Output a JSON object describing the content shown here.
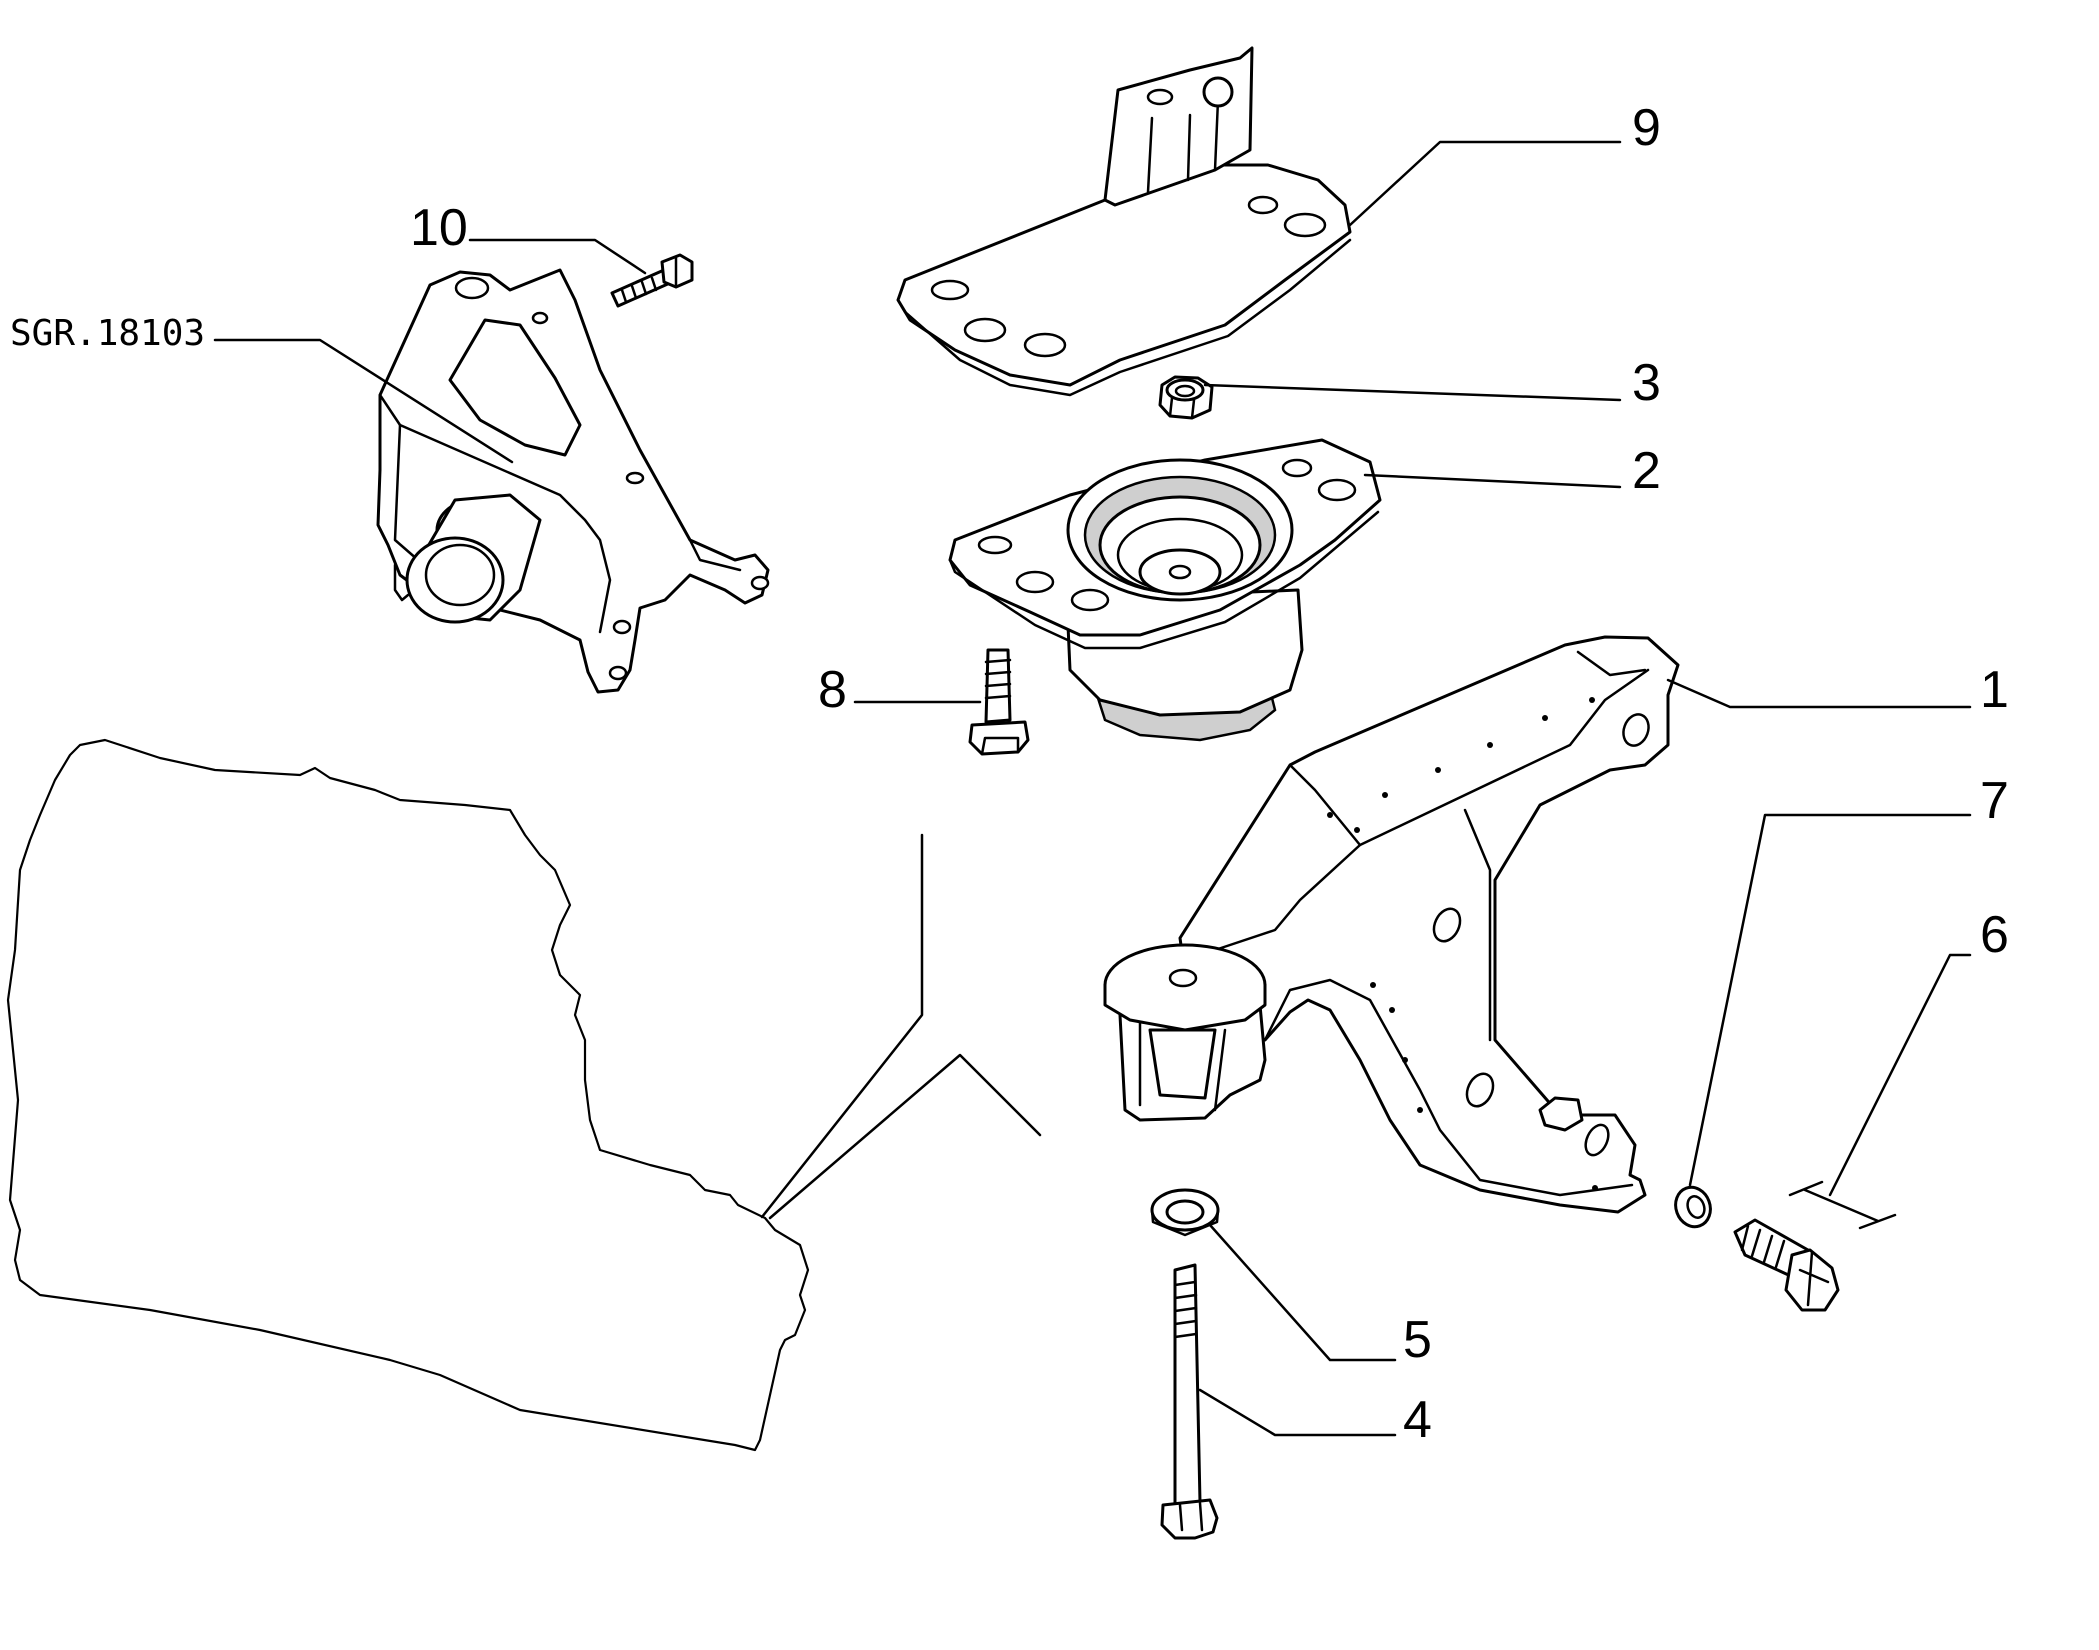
{
  "reference_code": "SGR.18103",
  "callouts": [
    "1",
    "2",
    "3",
    "4",
    "5",
    "6",
    "7",
    "8",
    "9",
    "10"
  ],
  "parts": [
    {
      "callout": "1",
      "name": "support-bracket"
    },
    {
      "callout": "2",
      "name": "rubber-mount"
    },
    {
      "callout": "3",
      "name": "nut"
    },
    {
      "callout": "4",
      "name": "long-bolt"
    },
    {
      "callout": "5",
      "name": "washer"
    },
    {
      "callout": "6",
      "name": "hex-bolt"
    },
    {
      "callout": "7",
      "name": "spring-washer"
    },
    {
      "callout": "8",
      "name": "screw"
    },
    {
      "callout": "9",
      "name": "mounting-plate"
    },
    {
      "callout": "10",
      "name": "bolt"
    }
  ],
  "colors": {
    "line": "#000000",
    "background": "#ffffff"
  }
}
